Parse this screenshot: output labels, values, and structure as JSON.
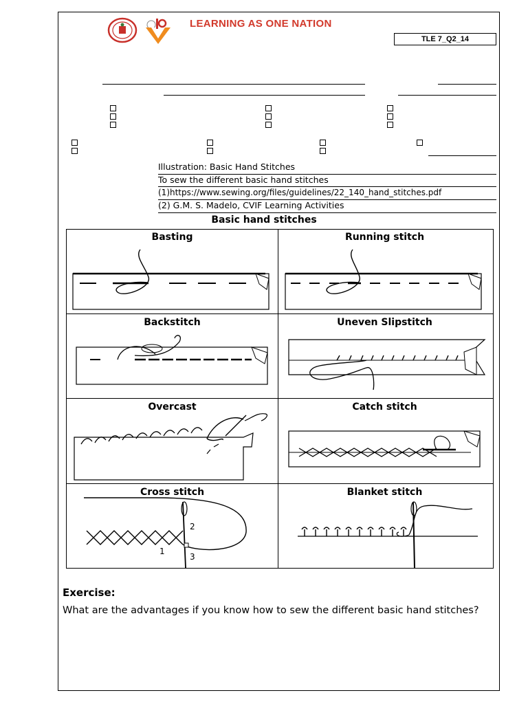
{
  "header": {
    "title": "LEARNING AS ONE NATION",
    "code": "TLE 7_Q2_14",
    "colors": {
      "title": "#d2392b",
      "logo_red": "#c8302a",
      "logo_orange": "#f08c1e"
    }
  },
  "info": {
    "illustration": "Illustration: Basic Hand Stitches",
    "objective": "To sew the different basic hand stitches",
    "reference_1": "(1)https://www.sewing.org/files/guidelines/22_140_hand_stitches.pdf",
    "reference_2": "(2) G.M. S. Madelo, CVIF Learning Activities"
  },
  "stitches": {
    "title": "Basic hand stitches",
    "items": [
      {
        "label": "Basting"
      },
      {
        "label": "Running stitch"
      },
      {
        "label": "Backstitch"
      },
      {
        "label": "Uneven Slipstitch"
      },
      {
        "label": "Overcast"
      },
      {
        "label": "Catch stitch"
      },
      {
        "label": "Cross stitch",
        "marks": [
          "2",
          "1",
          "3"
        ]
      },
      {
        "label": "Blanket stitch"
      }
    ]
  },
  "exercise": {
    "label": "Exercise:",
    "question": "What are the advantages if you know how to sew the different basic hand stitches?"
  }
}
